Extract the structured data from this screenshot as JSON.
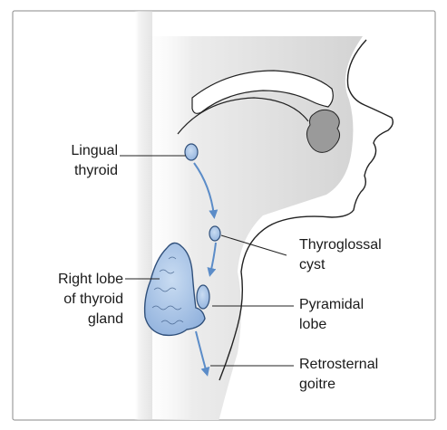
{
  "labels": {
    "lingual_thyroid": [
      "Lingual",
      "thyroid"
    ],
    "thyroglossal_cyst": [
      "Thyroglossal",
      "cyst"
    ],
    "right_lobe": [
      "Right lobe",
      "of thyroid",
      "gland"
    ],
    "pyramidal_lobe": [
      "Pyramidal",
      "lobe"
    ],
    "retrosternal_goitre": [
      "Retrosternal",
      "goitre"
    ]
  },
  "colors": {
    "gland_fill": "#a9c4e6",
    "gland_stroke": "#2f4f7a",
    "arrow": "#5b8cc8",
    "outline": "#222222",
    "shade": "#d9d9d9",
    "frame": "#8a8a8a"
  }
}
